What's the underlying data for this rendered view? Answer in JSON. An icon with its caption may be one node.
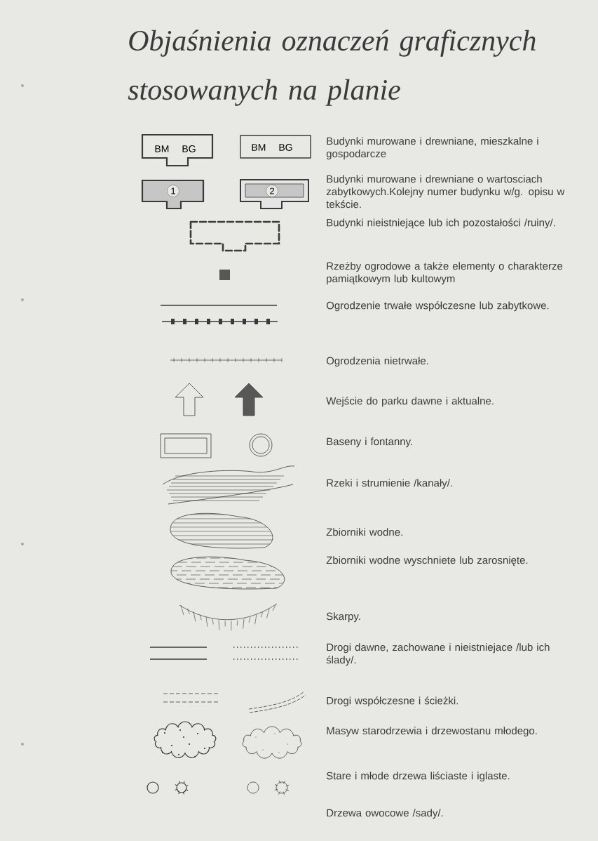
{
  "diagram": {
    "title": "Objaśnienia oznaczeń graficznych stosowanych na planie",
    "nodes": [
      {
        "text": [
          "BM",
          "BG"
        ]
      },
      {
        "text": [
          "BM",
          "BG"
        ]
      },
      {
        "text": [
          "1"
        ]
      },
      {
        "text": [
          "2"
        ]
      }
    ],
    "legend": [
      {
        "text": "Budynki murowane i drewniane, mieszkalne i gospodarcze"
      },
      {
        "text": "Budynki murowane i drewniane o wartosciach zabytkowych.Kolejny numer budynku w/g. opisu w tekście."
      },
      {
        "text": "Budynki nieistniejące lub ich pozostałości /ruiny/."
      },
      {
        "text": "Rzeżby ogrodowe a także elementy o charakterze pamiątkowym lub kultowym"
      },
      {
        "text": "Ogrodzenie trwałe współczesne lub zabytkowe."
      },
      {
        "text": "Ogrodzenia nietrwałe."
      },
      {
        "text": "Wejście do parku dawne i aktualne."
      },
      {
        "text": "Baseny i fontanny."
      },
      {
        "text": "Rzeki i strumienie /kanały/."
      },
      {
        "text": "Zbiorniki wodne."
      },
      {
        "text": "Zbiorniki wodne wyschniete lub zarosnięte."
      },
      {
        "text": "Skarpy."
      },
      {
        "text": "Drogi dawne, zachowane i nieistniejace /lub ich ślady/."
      },
      {
        "text": "Drogi współczesne i ścieżki."
      },
      {
        "text": "Masyw starodrzewia i drzewostanu młodego."
      },
      {
        "text": "Stare i młode drzewa liściaste i iglaste."
      },
      {
        "text": "Drzewa owocowe /sady/."
      }
    ]
  }
}
